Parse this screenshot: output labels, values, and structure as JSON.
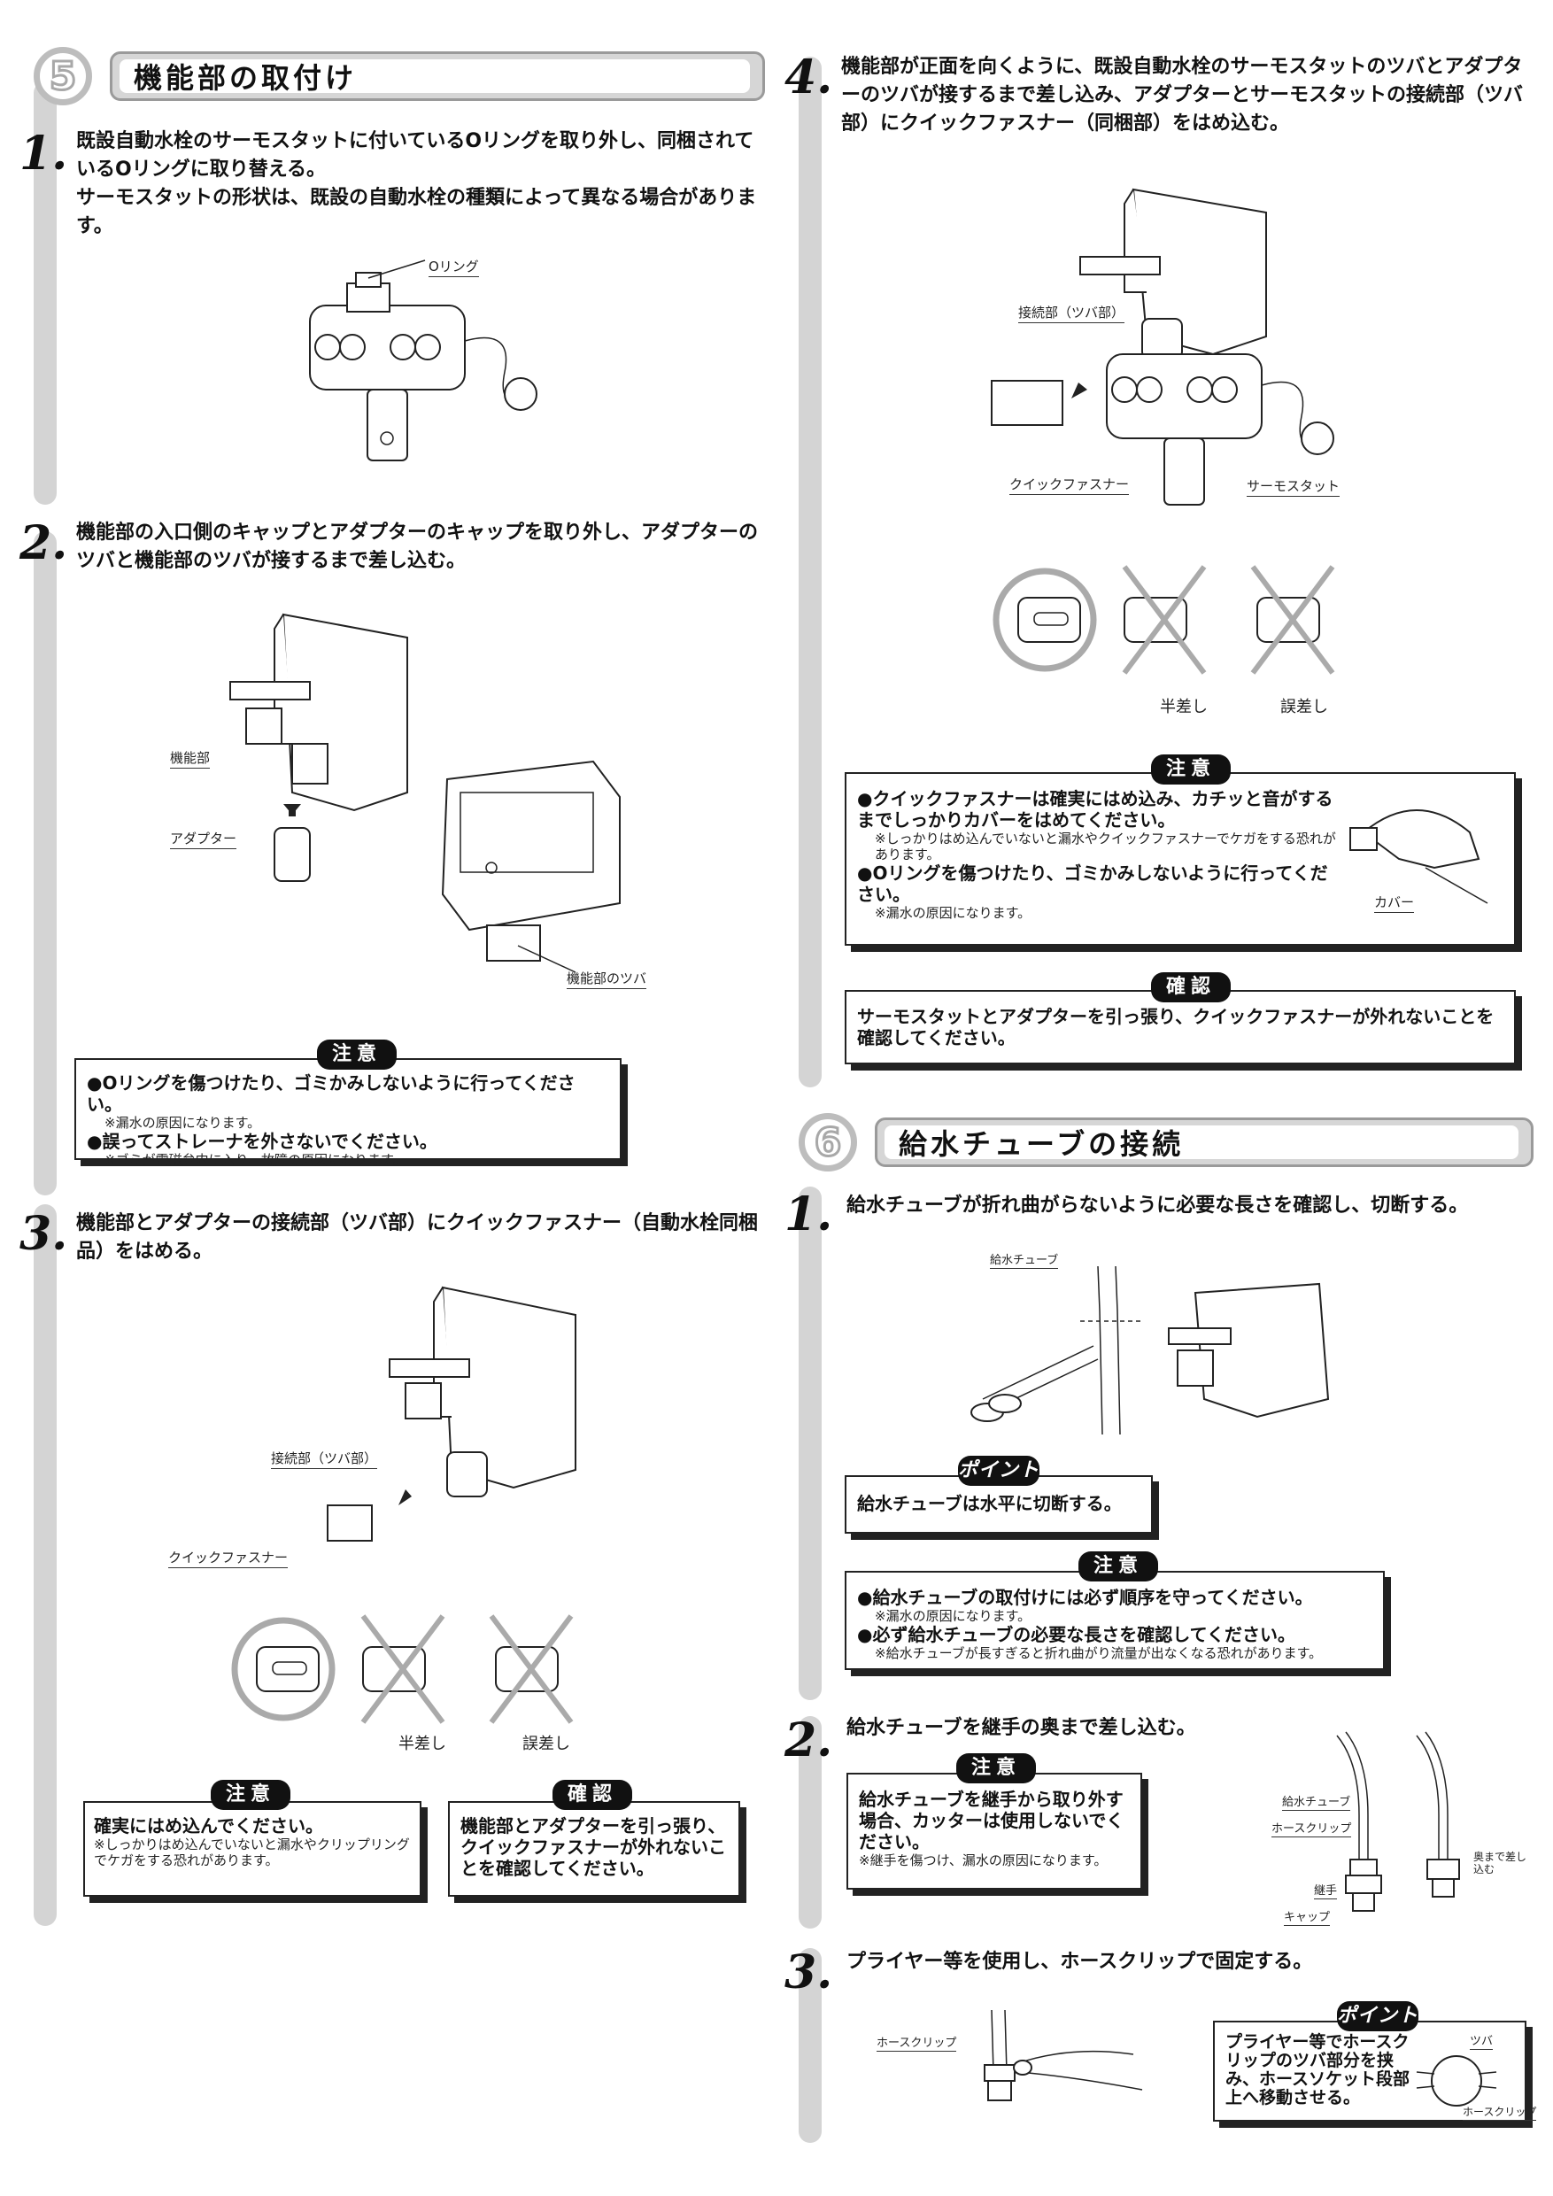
{
  "sec5": {
    "num": "5",
    "title": "機能部の取付け",
    "step1": {
      "num": "1.",
      "text": "既設自動水栓のサーモスタットに付いているOリングを取り外し、同梱されているOリングに取り替える。",
      "text2": "サーモスタットの形状は、既設の自動水栓の種類によって異なる場合があります。",
      "label_oring": "Oリング"
    },
    "step2": {
      "num": "2.",
      "text": "機能部の入口側のキャップとアダプターのキャップを取り外し、アダプターのツバと機能部のツバが接するまで差し込む。",
      "label_kinoubu": "機能部",
      "label_adapter": "アダプター",
      "label_tsuba": "機能部のツバ",
      "caution": {
        "tag": "注意",
        "b1": "●Oリングを傷つけたり、ゴミかみしないように行ってください。",
        "b1s": "※漏水の原因になります。",
        "b2": "●誤ってストレーナを外さないでください。",
        "b2s": "※ゴミが電磁弁内に入り、故障の原因になります。"
      }
    },
    "step3": {
      "num": "3.",
      "text": "機能部とアダプターの接続部（ツバ部）にクイックファスナー（自動水栓同梱品）をはめる。",
      "label_setsuzoku": "接続部（ツバ部）",
      "label_quick": "クイックファスナー",
      "label_half": "半差し",
      "label_wrong": "誤差し",
      "caution": {
        "tag": "注意",
        "t1": "確実にはめ込んでください。",
        "s1": "※しっかりはめ込んでいないと漏水やクリップリング でケガをする恐れがあります。"
      },
      "confirm": {
        "tag": "確認",
        "t1": "機能部とアダプターを引っ張り、クイックファスナーが外れないことを確認してください。"
      }
    },
    "step4": {
      "num": "4.",
      "text": "機能部が正面を向くように、既設自動水栓のサーモスタットのツバとアダプターのツバが接するまで差し込み、アダプターとサーモスタットの接続部（ツバ部）にクイックファスナー（同梱部）をはめ込む。",
      "label_setsuzoku": "接続部（ツバ部）",
      "label_quick": "クイックファスナー",
      "label_thermo": "サーモスタット",
      "label_half": "半差し",
      "label_wrong": "誤差し",
      "caution": {
        "tag": "注意",
        "b1": "●クイックファスナーは確実にはめ込み、カチッと音がするまでしっかりカバーをはめてください。",
        "b1s": "※しっかりはめ込んでいないと漏水やクイックファスナーでケガをする恐れがあります。",
        "b2": "●Oリングを傷つけたり、ゴミかみしないように行ってください。",
        "b2s": "※漏水の原因になります。",
        "label_cover": "カバー"
      },
      "confirm": {
        "tag": "確認",
        "t1": "サーモスタットとアダプターを引っ張り、クイックファスナーが外れないことを確認してください。"
      }
    }
  },
  "sec6": {
    "num": "6",
    "title": "給水チューブの接続",
    "step1": {
      "num": "1.",
      "text": "給水チューブが折れ曲がらないように必要な長さを確認し、切断する。",
      "label_tube": "給水チューブ",
      "point": {
        "tag": "ポイント",
        "t1": "給水チューブは水平に切断する。"
      },
      "caution": {
        "tag": "注意",
        "b1": "●給水チューブの取付けには必ず順序を守ってください。",
        "b1s": "※漏水の原因になります。",
        "b2": "●必ず給水チューブの必要な長さを確認してください。",
        "b2s": "※給水チューブが長すぎると折れ曲がり流量が出なくなる恐れがあります。"
      }
    },
    "step2": {
      "num": "2.",
      "text": "給水チューブを継手の奥まで差し込む。",
      "caution": {
        "tag": "注意",
        "t1": "給水チューブを継手から取り外す場合、カッターは使用しないでください。",
        "s1": "※継手を傷つけ、漏水の原因になります。"
      },
      "label_tube": "給水チューブ",
      "label_clip": "ホースクリップ",
      "label_joint": "継手",
      "label_cap": "キャップ",
      "label_deep": "奥まで差し込む"
    },
    "step3": {
      "num": "3.",
      "text": "プライヤー等を使用し、ホースクリップで固定する。",
      "label_clip": "ホースクリップ",
      "point": {
        "tag": "ポイント",
        "t1": "プライヤー等でホースクリップのツバ部分を挟み、ホースソケット段部上へ移動させる。",
        "label_tsuba": "ツバ",
        "label_clip": "ホースクリップ"
      }
    }
  }
}
